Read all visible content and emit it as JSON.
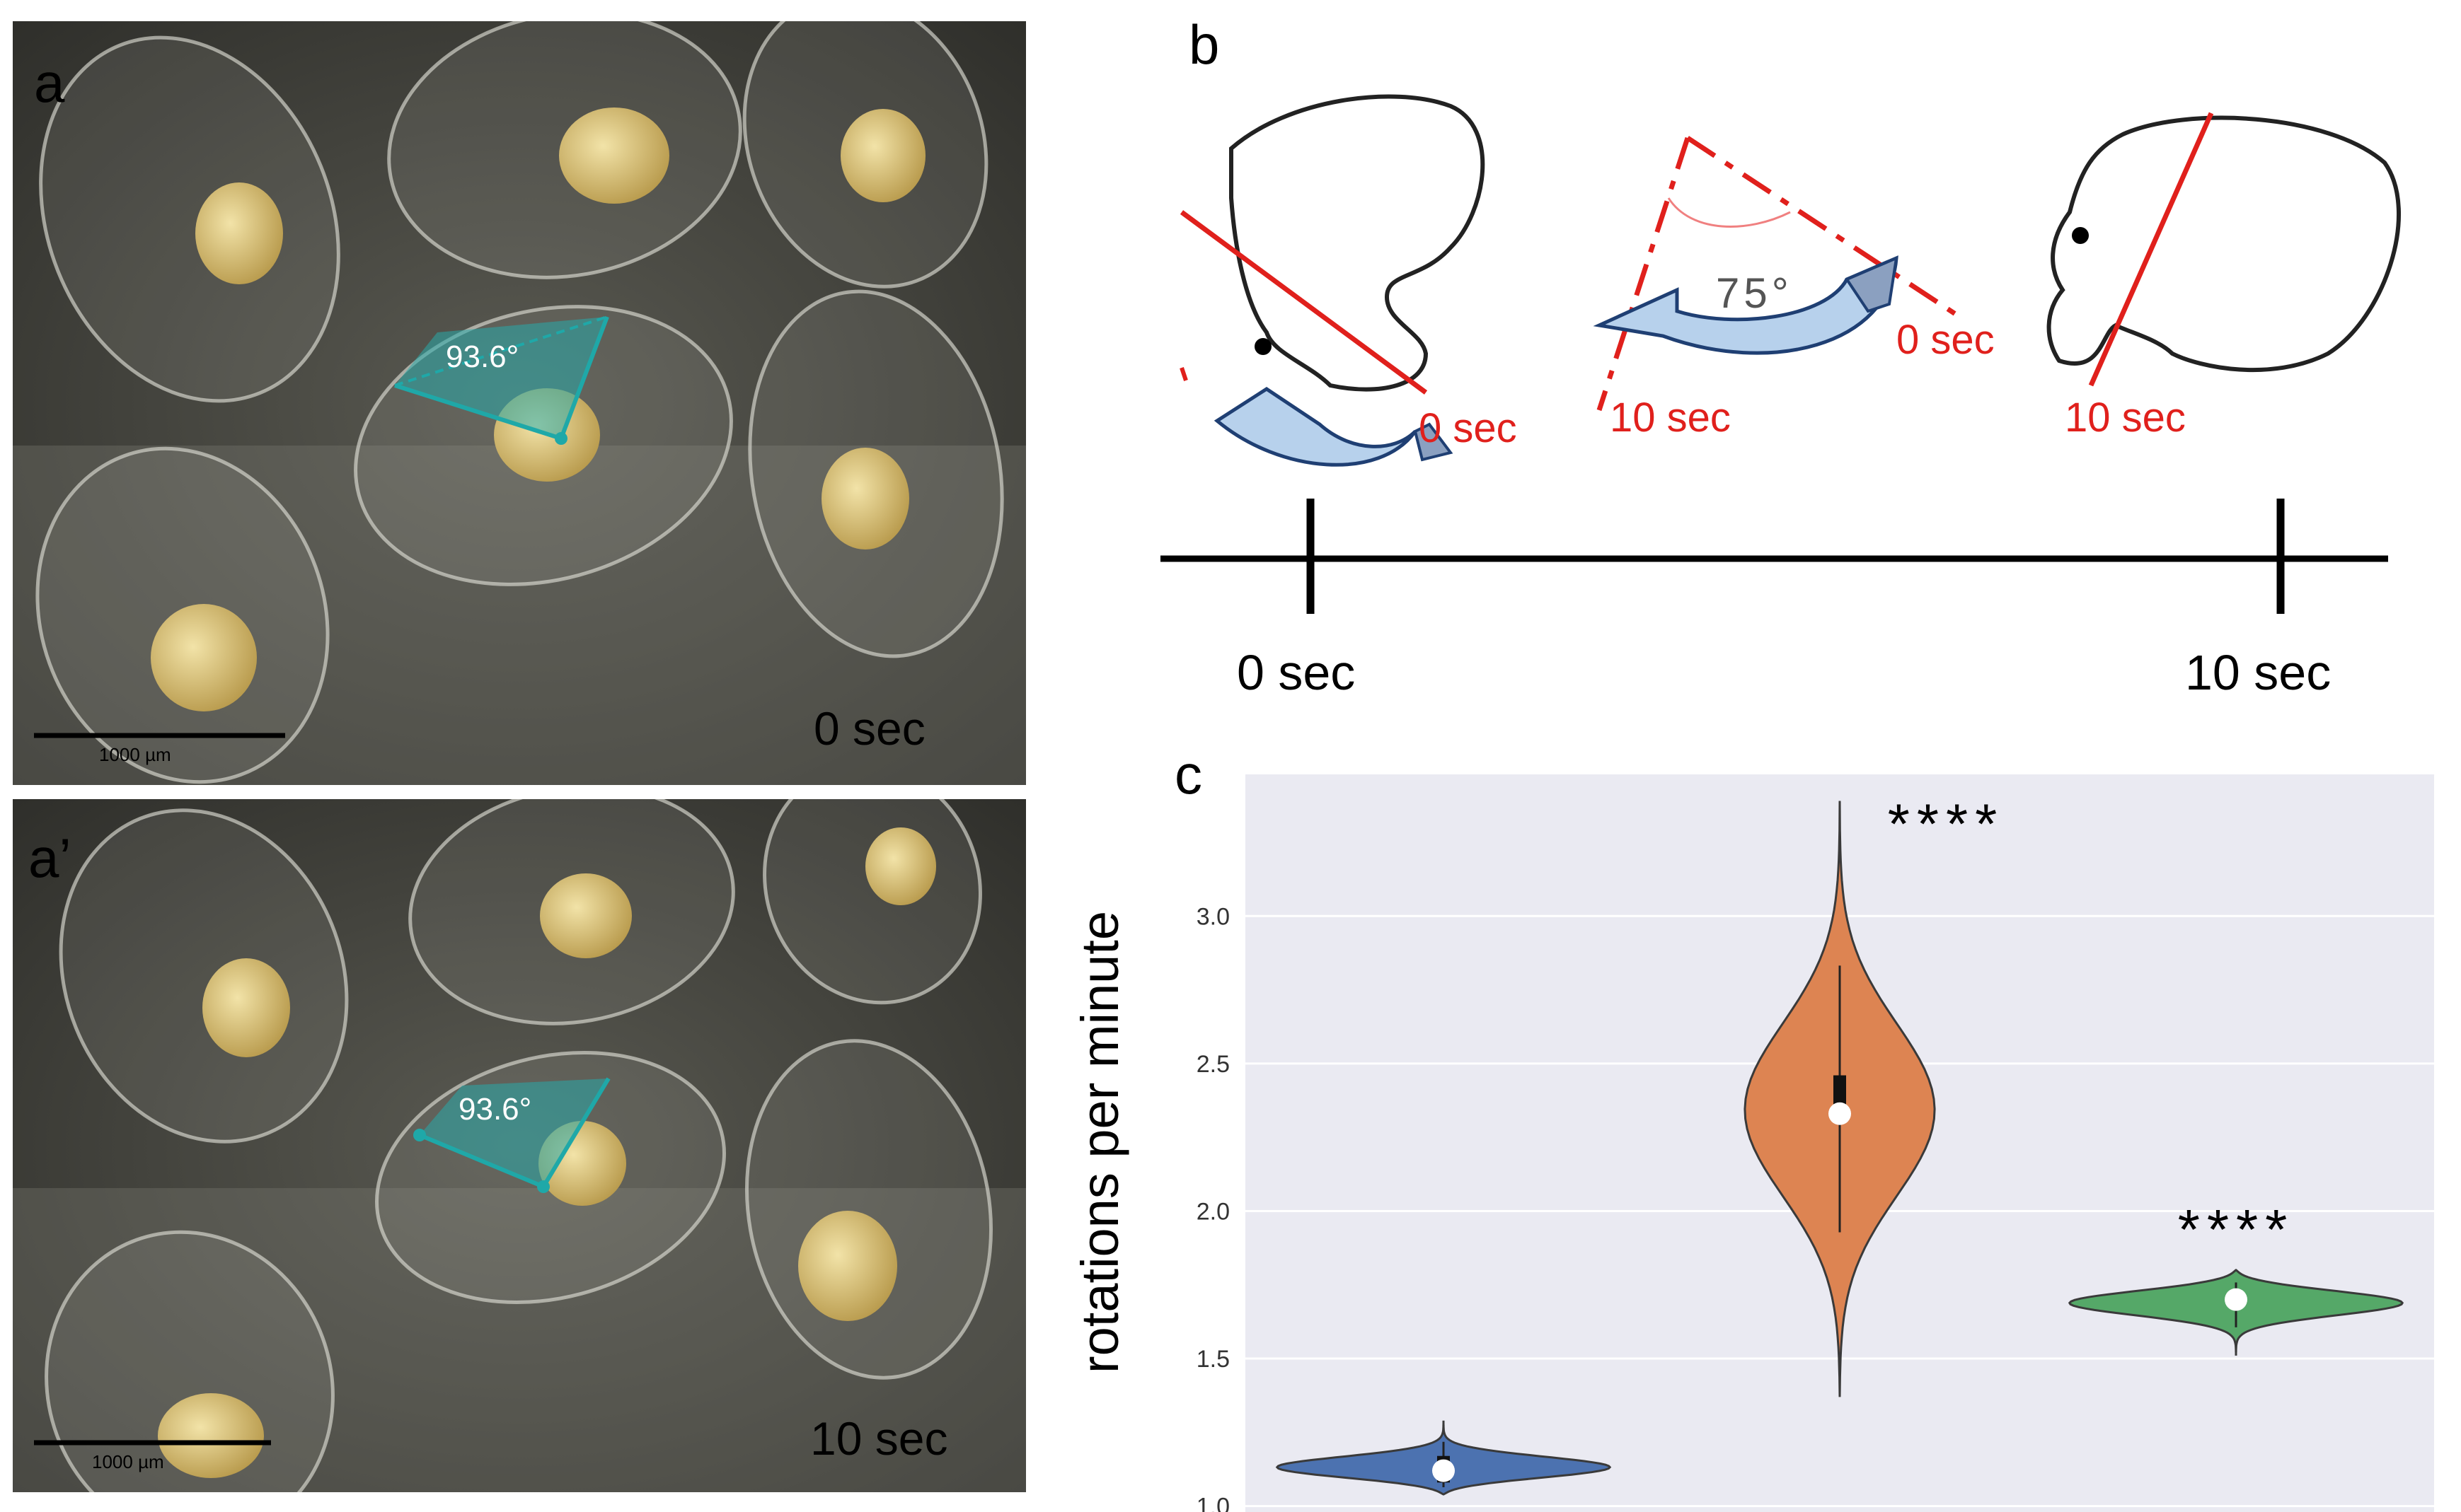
{
  "panel_a": {
    "letter": "a",
    "angle": "93.6°",
    "time": "0 sec",
    "scale_bar": "1000 µm"
  },
  "panel_a2": {
    "letter": "a’",
    "angle": "93.6°",
    "time": "10 sec",
    "scale_bar": "1000 µm"
  },
  "panel_b": {
    "letter": "b",
    "embryo_start_label": "0 sec",
    "angle_label": "75°",
    "angle_start_label": "0 sec",
    "angle_end_label": "10 sec",
    "embryo_end_label": "10 sec",
    "timeline_start": "0 sec",
    "timeline_end": "10 sec"
  },
  "chart_data": {
    "type": "violin",
    "letter": "c",
    "ylabel": "rotations per minute",
    "ylim": [
      0.98,
      3.48
    ],
    "yticks": [
      1.0,
      1.5,
      2.0,
      2.5,
      3.0
    ],
    "grid": true,
    "background": "#eaeaf2",
    "series": [
      {
        "color": "#4c72b0",
        "min": 1.04,
        "max": 1.29,
        "median": 1.12,
        "q1": 1.08,
        "q3": 1.17,
        "annotation": ""
      },
      {
        "color": "#dd8452",
        "min": 1.37,
        "max": 3.39,
        "median": 2.33,
        "q1": 2.3,
        "q3": 2.46,
        "annotation": "****"
      },
      {
        "color": "#55a868",
        "min": 1.51,
        "max": 1.8,
        "median": 1.7,
        "q1": 1.67,
        "q3": 1.73,
        "annotation": "****"
      }
    ]
  }
}
